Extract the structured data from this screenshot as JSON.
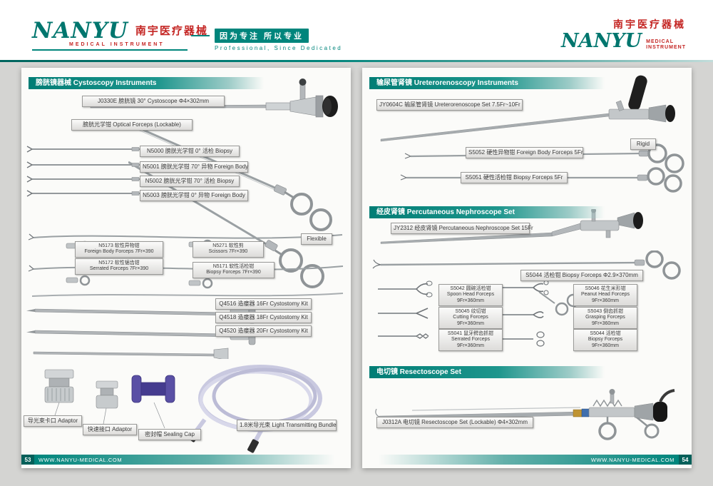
{
  "colors": {
    "brand_teal": "#00857c",
    "brand_red": "#c42523",
    "footer_dark": "#04605a"
  },
  "header": {
    "left_logo": {
      "name": "NANYU",
      "cn": "南宇医疗器械",
      "en": "MEDICAL  INSTRUMENT"
    },
    "center": {
      "slogan_cn": "因为专注 所以专业",
      "slogan_en": "Professional, Since Dedicated"
    },
    "right_logo": {
      "cn": "南宇医疗器械",
      "name": "NANYU",
      "en1": "MEDICAL",
      "en2": "INSTRUMENT"
    }
  },
  "left_page": {
    "section_title": "膀胱镜器械 Cystoscopy Instruments",
    "labels": {
      "cystoscope": "J0330E 膀胱镜 30°  Cystoscope  Φ4×302mm",
      "optical_forceps": "膀胱光学钳 Optical Forceps (Lockable)",
      "n5000": "N5000 膀胱光学钳  0°  活检 Biopsy",
      "n5001": "N5001 膀胱光学钳 70°  异物 Foreign Body",
      "n5002": "N5002 膀胱光学钳 70°  活检 Biopsy",
      "n5003": "N5003 膀胱光学钳  0°  异物 Foreign Body",
      "flexible_tag": "Flexible",
      "n5173_l1": "N5173 软性异物钳",
      "n5173_l2": "Foreign Body Forceps 7Fr×390",
      "n5271_l1": "N5271 软性剪",
      "n5271_l2": "Scissors 7Fr×390",
      "n5172_l1": "N5172 软性锯齿钳",
      "n5172_l2": "Serrated Forceps 7Fr×390",
      "n5171_l1": "N5171 软性活检钳",
      "n5171_l2": "Biopsy Forceps 7Fr×390",
      "q4516": "Q4516 造瘘器 16Fr Cystostomy Kit",
      "q4518": "Q4518 造瘘器 18Fr Cystostomy Kit",
      "q4520": "Q4520 造瘘器 20Fr Cystostomy Kit",
      "adaptor_bayonet": "导光束卡口 Adaptor",
      "adaptor_quick": "快速接口 Adaptor",
      "sealing_cap": "密封帽 Sealing Cap",
      "light_bundle": "1.8米导光束  Light Transmitting Bundle"
    },
    "footer": {
      "page_number": "53",
      "website": "WWW.NANYU-MEDICAL.COM"
    }
  },
  "right_page": {
    "sections": {
      "ureteroscopy": "输尿管肾镜 Ureterorenoscopy Instruments",
      "nephroscope": "经皮肾镜 Percutaneous Nephroscope Set",
      "resectoscope": "电切镜  Resectoscope Set"
    },
    "labels": {
      "jy0604c": "JY0604C 输尿管肾镜 Ureterorenoscope Set 7.5Fr~10Fr",
      "rigid_tag": "Rigid",
      "s5052": "S5052 硬性异物钳 Foreign Body Forceps 5Fr",
      "s5051": "S5051 硬性活检钳 Biopsy Forceps 5Fr",
      "jy2312": "JY2312 经皮肾镜 Percutaneous Nephroscope Set 15Fr",
      "s5044_main": "S5044 活检钳 Biopsy Forceps Φ2.9×370mm",
      "s5042_l1": "S5042 圆碗活检钳",
      "s5042_l2": "Spoon Head Forceps",
      "s5042_l3": "9Fr×360mm",
      "s5046_l1": "S5046 花生米形钳",
      "s5046_l2": "Peanut Head Forceps",
      "s5046_l3": "9Fr×360mm",
      "s5045_l1": "S5045 纹切钳",
      "s5045_l2": "Cutting Forceps",
      "s5045_l3": "9Fr×360mm",
      "s5043_l1": "S5043 倒齿抓钳",
      "s5043_l2": "Grasping Forceps",
      "s5043_l3": "9Fr×360mm",
      "s5041_l1": "S5041 鼠牙鳄齿抓钳",
      "s5041_l2": "Serrated Forceps",
      "s5041_l3": "9Fr×360mm",
      "s5044b_l1": "S5044 活检钳",
      "s5044b_l2": "Biopsy Forceps",
      "s5044b_l3": "9Fr×360mm",
      "j0312a": "J0312A 电切镜 Resectoscope Set (Lockable)  Φ4×302mm"
    },
    "footer": {
      "page_number": "54",
      "website": "WWW.NANYU-MEDICAL.COM"
    }
  }
}
